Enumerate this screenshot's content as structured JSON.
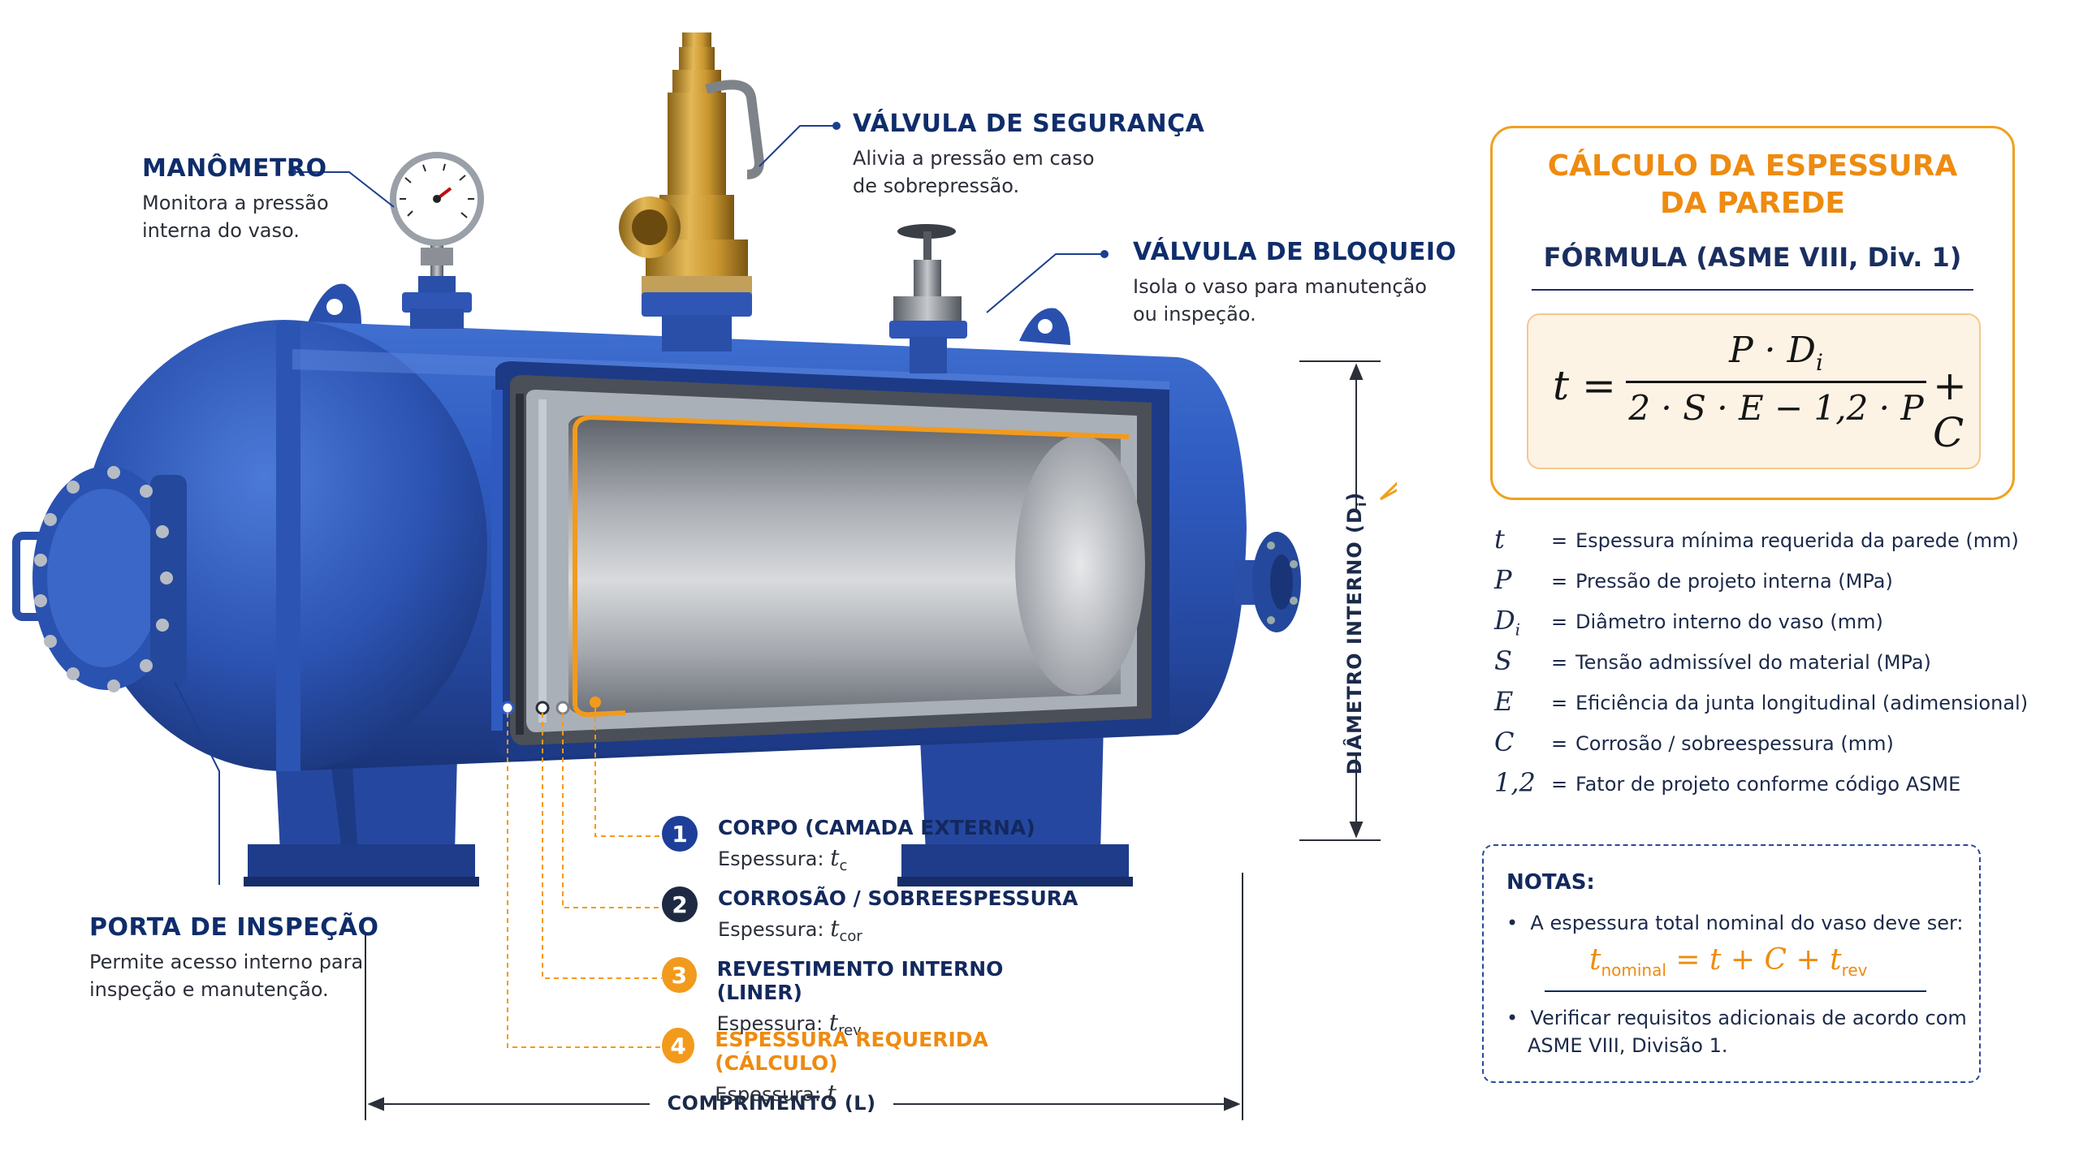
{
  "labels": {
    "manometro": {
      "title": "MANÔMETRO",
      "desc1": "Monitora a pressão",
      "desc2": "interna do vaso."
    },
    "valvula_seguranca": {
      "title": "VÁLVULA DE SEGURANÇA",
      "desc1": "Alivia a pressão em caso",
      "desc2": "de sobrepressão."
    },
    "valvula_bloqueio": {
      "title": "VÁLVULA DE BLOQUEIO",
      "desc1": "Isola o vaso para manutenção",
      "desc2": "ou inspeção."
    },
    "porta_inspecao": {
      "title": "PORTA DE INSPEÇÃO",
      "desc1": "Permite acesso interno para",
      "desc2": "inspeção e manutenção."
    },
    "diametro": "DIÂMETRO INTERNO (D",
    "diametro_sub": "i",
    "diametro_close": ")",
    "comprimento": "COMPRIMENTO (L)"
  },
  "layers": [
    {
      "num": "1",
      "title": "CORPO (CAMADA EXTERNA)",
      "sub_prefix": "Espessura: ",
      "sym": "t",
      "idx": "c",
      "color": "#1d3f99",
      "title_color": "#13295e"
    },
    {
      "num": "2",
      "title": "CORROSÃO / SOBREESPESSURA",
      "sub_prefix": "Espessura: ",
      "sym": "t",
      "idx": "cor",
      "color": "#1e2a44",
      "title_color": "#13295e"
    },
    {
      "num": "3",
      "title": "REVESTIMENTO INTERNO (LINER)",
      "sub_prefix": "Espessura: ",
      "sym": "t",
      "idx": "rev",
      "color": "#f29a1c",
      "title_color": "#13295e"
    },
    {
      "num": "4",
      "title": "ESPESSURA REQUERIDA (CÁLCULO)",
      "sub_prefix": "Espessura: ",
      "sym": "t",
      "idx": "",
      "color": "#f29a1c",
      "title_color": "#ee8b10"
    }
  ],
  "formula_box": {
    "title1": "CÁLCULO DA ESPESSURA",
    "title2": "DA PAREDE",
    "subtitle": "FÓRMULA (ASME VIII, Div. 1)",
    "lhs": "t =",
    "numerator": "P · D",
    "numerator_sub": "i",
    "denominator": "2 · S · E − 1,2 · P",
    "rhs": "+ C"
  },
  "variables": [
    {
      "sym": "t",
      "sub": "",
      "desc": "Espessura mínima requerida da parede (mm)"
    },
    {
      "sym": "P",
      "sub": "",
      "desc": "Pressão de projeto interna (MPa)"
    },
    {
      "sym": "D",
      "sub": "i",
      "desc": "Diâmetro interno do vaso (mm)"
    },
    {
      "sym": "S",
      "sub": "",
      "desc": "Tensão admissível do material (MPa)"
    },
    {
      "sym": "E",
      "sub": "",
      "desc": "Eficiência da junta longitudinal (adimensional)"
    },
    {
      "sym": "C",
      "sub": "",
      "desc": "Corrosão / sobreespessura (mm)"
    },
    {
      "sym": "1,2",
      "sub": "",
      "desc": "Fator de projeto conforme código ASME"
    }
  ],
  "var_eq": "=",
  "notes": {
    "title": "NOTAS:",
    "bullet1": "A espessura total nominal do vaso deve ser:",
    "eq_t": "t",
    "eq_sub": "nominal",
    "eq_mid": " = t + C + t",
    "eq_sub2": "rev",
    "bullet2a": "Verificar requisitos adicionais de acordo com",
    "bullet2b": "ASME VIII, Divisão 1.",
    "bullet_char": "•"
  },
  "colors": {
    "vessel_blue": "#2f56b5",
    "accent_orange": "#f29a1c",
    "navy": "#13295e",
    "brass": "#c9962f"
  }
}
